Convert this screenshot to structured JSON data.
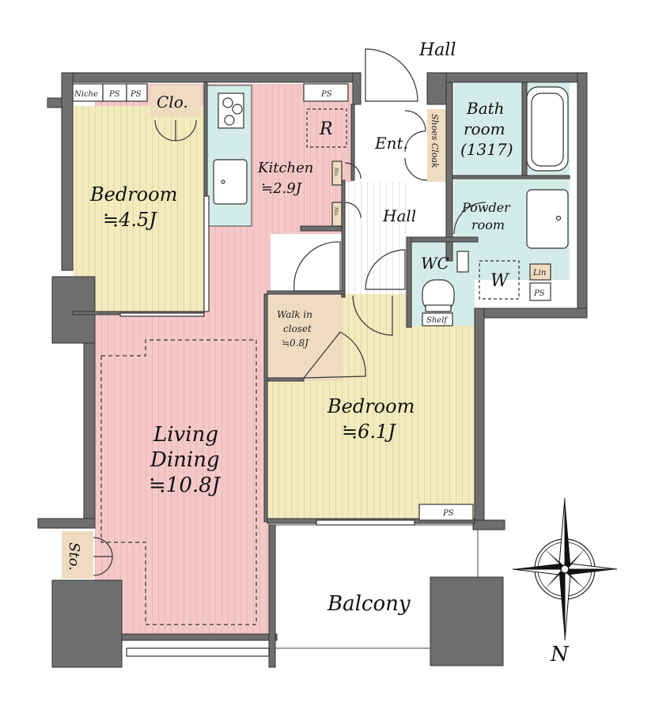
{
  "colors": {
    "wall": "#6e6e6e",
    "wood_pink": "#f5c8c8",
    "wood_yellow": "#f3ebbd",
    "tan": "#eedbc0",
    "mint": "#d4ece8",
    "hall_floor": "#ffffff",
    "line": "#333333"
  },
  "labels": {
    "hall_outer": "Hall",
    "niche": "Niche",
    "ps": "PS",
    "clo": "Clo.",
    "r": "R",
    "ent": "Ent.",
    "shoes_cloak": "Shoes Cloak",
    "bath_1": "Bath",
    "bath_2": "room",
    "bath_3": "(1317)",
    "kitchen": "Kitchen",
    "kitchen_area": "≒2.9J",
    "bedroom_left": "Bedroom",
    "bedroom_left_area": "≒4.5J",
    "sto_small": "Sto.",
    "hall_inner": "Hall",
    "powder_1": "Powder",
    "powder_2": "room",
    "wc": "WC",
    "w": "W",
    "lin": "Lin",
    "walkin_1": "Walk in",
    "walkin_2": "closet",
    "walkin_area": "≒0.8J",
    "shelf": "Shelf",
    "bedroom_right": "Bedroom",
    "bedroom_right_area": "≒6.1J",
    "living": "Living",
    "dining": "Dining",
    "living_area": "≒10.8J",
    "sto": "Sto.",
    "balcony": "Balcony",
    "north": "N"
  },
  "icons": [
    "compass-rose-icon",
    "stove-icon",
    "sink-icon",
    "toilet-icon",
    "bathtub-icon",
    "washbasin-icon"
  ]
}
